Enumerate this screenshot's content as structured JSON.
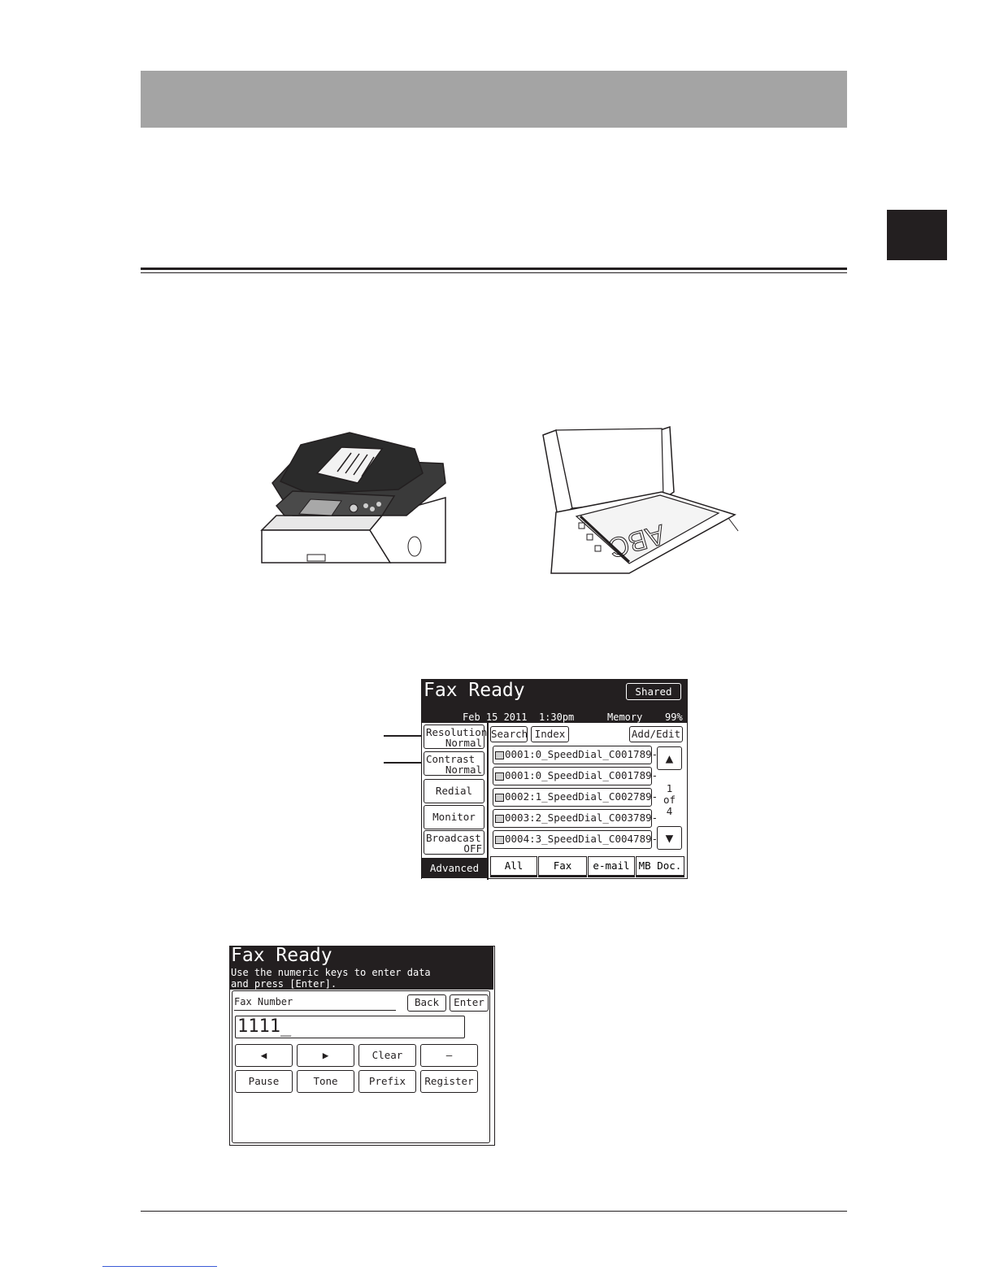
{
  "fax_ready_main": {
    "title": "Fax Ready",
    "shared_label": "Shared",
    "date": "Feb 15 2011",
    "time": "1:30pm",
    "memory_label": "Memory",
    "memory_value": "99%",
    "resolution": {
      "label": "Resolution",
      "value": "Normal"
    },
    "contrast": {
      "label": "Contrast",
      "value": "Normal"
    },
    "redial_label": "Redial",
    "monitor_label": "Monitor",
    "broadcast": {
      "label": "Broadcast",
      "value": "OFF"
    },
    "advanced_label": "Advanced",
    "search_label": "Search",
    "index_label": "Index",
    "add_edit_label": "Add/Edit",
    "entries": [
      {
        "text": "0001:0_SpeedDial_C001789-",
        "icon": "fax-icon"
      },
      {
        "text": "0001:0_SpeedDial_C001789-",
        "icon": "email-icon"
      },
      {
        "text": "0002:1_SpeedDial_C002789-",
        "icon": "email-icon"
      },
      {
        "text": "0003:2_SpeedDial_C003789-",
        "icon": "fax-icon"
      },
      {
        "text": "0004:3_SpeedDial_C004789-",
        "icon": "fax-icon"
      }
    ],
    "page_current": "1",
    "page_of": "of",
    "page_total": "4",
    "tabs": [
      "All",
      "Fax",
      "e-mail",
      "MB Doc."
    ]
  },
  "fax_number_entry": {
    "title": "Fax Ready",
    "instruction": "Use the numeric keys to enter data\nand press [Enter].",
    "field_label": "Fax Number",
    "back_label": "Back",
    "enter_label": "Enter",
    "input_value": "1111_",
    "left_arrow": "◀",
    "right_arrow": "▶",
    "clear_label": "Clear",
    "dash_label": "—",
    "pause_label": "Pause",
    "tone_label": "Tone",
    "prefix_label": "Prefix",
    "register_label": "Register"
  },
  "glass_illustration": {
    "document_text": "ABC"
  }
}
